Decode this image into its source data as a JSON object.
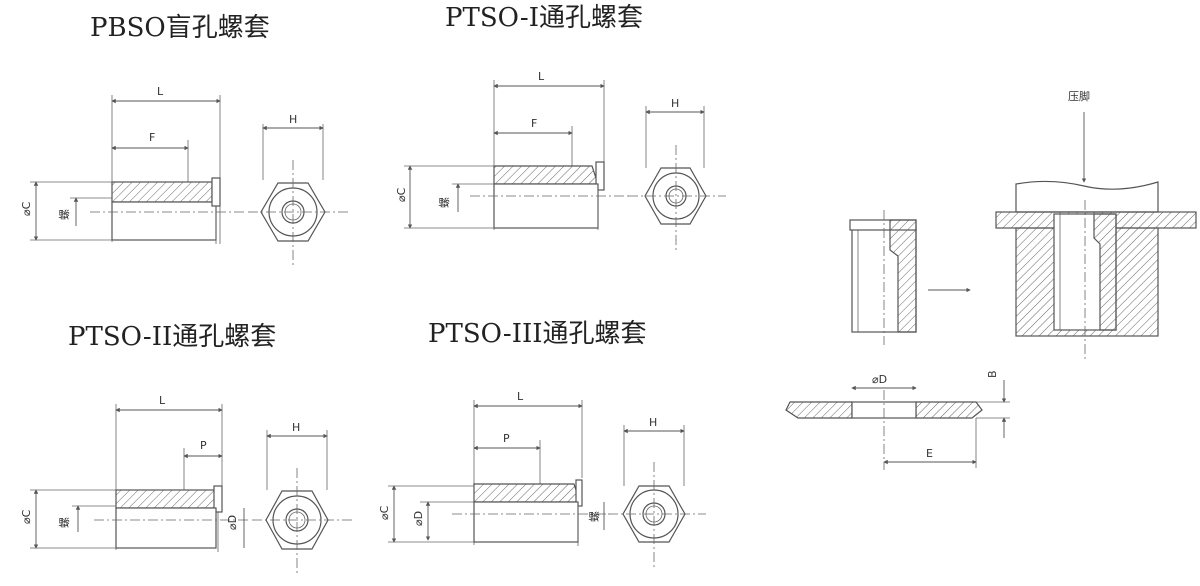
{
  "titles": {
    "pbso": "PBSO盲孔螺套",
    "ptso1": "PTSO-I通孔螺套",
    "ptso2": "PTSO-II通孔螺套",
    "ptso3": "PTSO-III通孔螺套"
  },
  "labels": {
    "L": "L",
    "F": "F",
    "H": "H",
    "P": "P",
    "C": "⌀C",
    "thread": "螺",
    "D": "⌀D",
    "E": "E",
    "B": "B",
    "press": "压脚"
  },
  "colors": {
    "line": "#555555",
    "text": "#222222"
  }
}
